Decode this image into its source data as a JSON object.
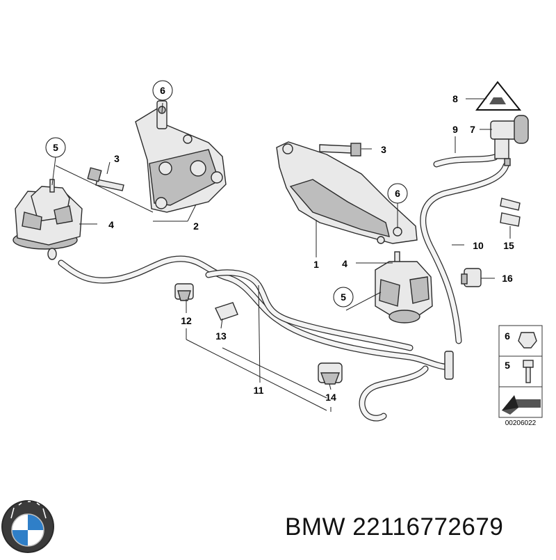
{
  "callouts": {
    "c1": "1",
    "c2": "2",
    "c3a": "3",
    "c3b": "3",
    "c4a": "4",
    "c4b": "4",
    "c5a": "5",
    "c5b": "5",
    "c6a": "6",
    "c6b": "6",
    "c7": "7",
    "c8": "8",
    "c9": "9",
    "c10": "10",
    "c11": "11",
    "c12": "12",
    "c13": "13",
    "c14": "14",
    "c15": "15",
    "c16": "16"
  },
  "legend": {
    "item_top": "6",
    "item_mid": "5",
    "code": "00206022"
  },
  "footer": {
    "text": "BMW 22116772679"
  },
  "logo": {
    "lettering": "BMW"
  }
}
